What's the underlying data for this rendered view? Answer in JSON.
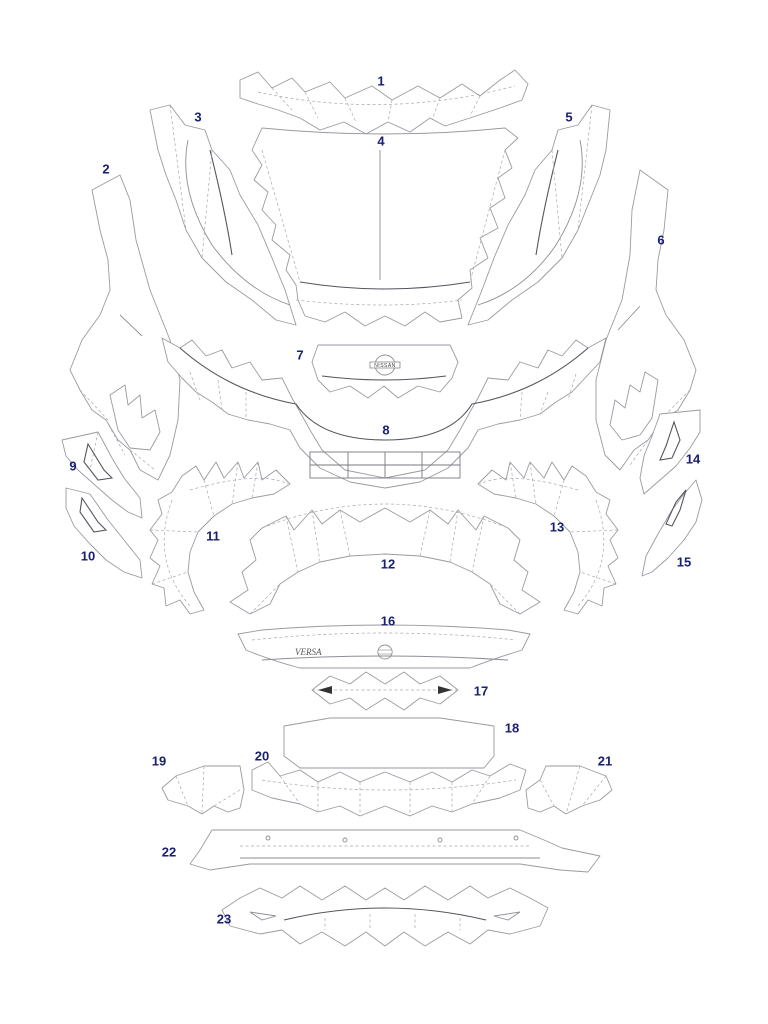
{
  "sheet": {
    "background": "#ffffff",
    "line_color": "#9a9aa2",
    "label_color": "#1a2070",
    "emblem_text": "NISSAN",
    "badge_text": "VERSA"
  },
  "parts": [
    {
      "id": "part-1",
      "label": "1"
    },
    {
      "id": "part-2",
      "label": "2"
    },
    {
      "id": "part-3",
      "label": "3"
    },
    {
      "id": "part-4",
      "label": "4"
    },
    {
      "id": "part-5",
      "label": "5"
    },
    {
      "id": "part-6",
      "label": "6"
    },
    {
      "id": "part-7",
      "label": "7"
    },
    {
      "id": "part-8",
      "label": "8"
    },
    {
      "id": "part-9",
      "label": "9"
    },
    {
      "id": "part-10",
      "label": "10"
    },
    {
      "id": "part-11",
      "label": "11"
    },
    {
      "id": "part-12",
      "label": "12"
    },
    {
      "id": "part-13",
      "label": "13"
    },
    {
      "id": "part-14",
      "label": "14"
    },
    {
      "id": "part-15",
      "label": "15"
    },
    {
      "id": "part-16",
      "label": "16"
    },
    {
      "id": "part-17",
      "label": "17"
    },
    {
      "id": "part-18",
      "label": "18"
    },
    {
      "id": "part-19",
      "label": "19"
    },
    {
      "id": "part-20",
      "label": "20"
    },
    {
      "id": "part-21",
      "label": "21"
    },
    {
      "id": "part-22",
      "label": "22"
    },
    {
      "id": "part-23",
      "label": "23"
    }
  ]
}
